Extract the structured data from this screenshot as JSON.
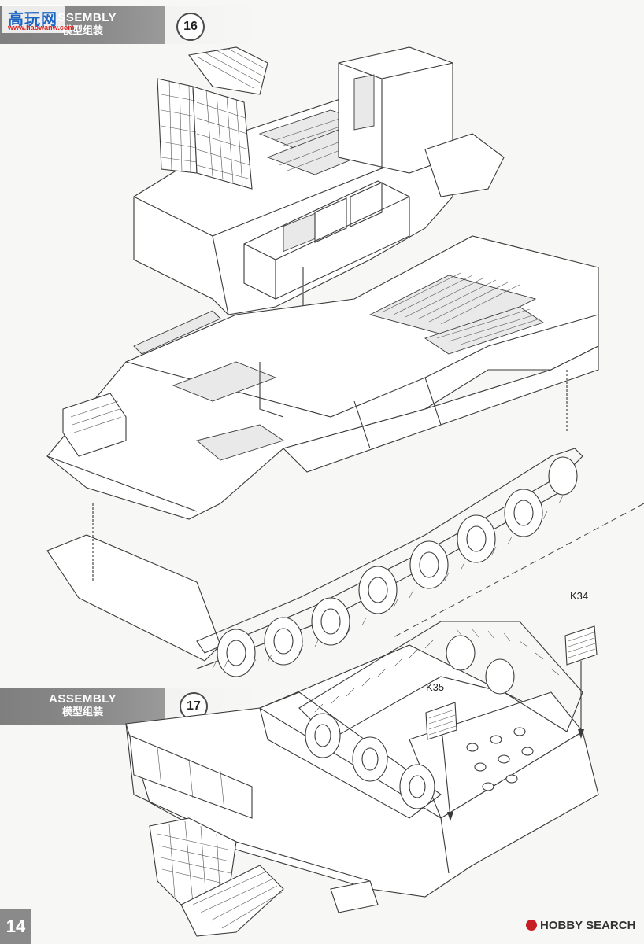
{
  "watermark": {
    "title": "高玩网",
    "url": "www.haowanw.com"
  },
  "steps": [
    {
      "number": "16",
      "label_en": "ASSEMBLY",
      "label_cn": "模型组装"
    },
    {
      "number": "17",
      "label_en": "ASSEMBLY",
      "label_cn": "模型组装"
    }
  ],
  "parts": {
    "k34": "K34",
    "k35": "K35"
  },
  "footer": {
    "page_number": "14",
    "brand": "HOBBY SEARCH"
  }
}
